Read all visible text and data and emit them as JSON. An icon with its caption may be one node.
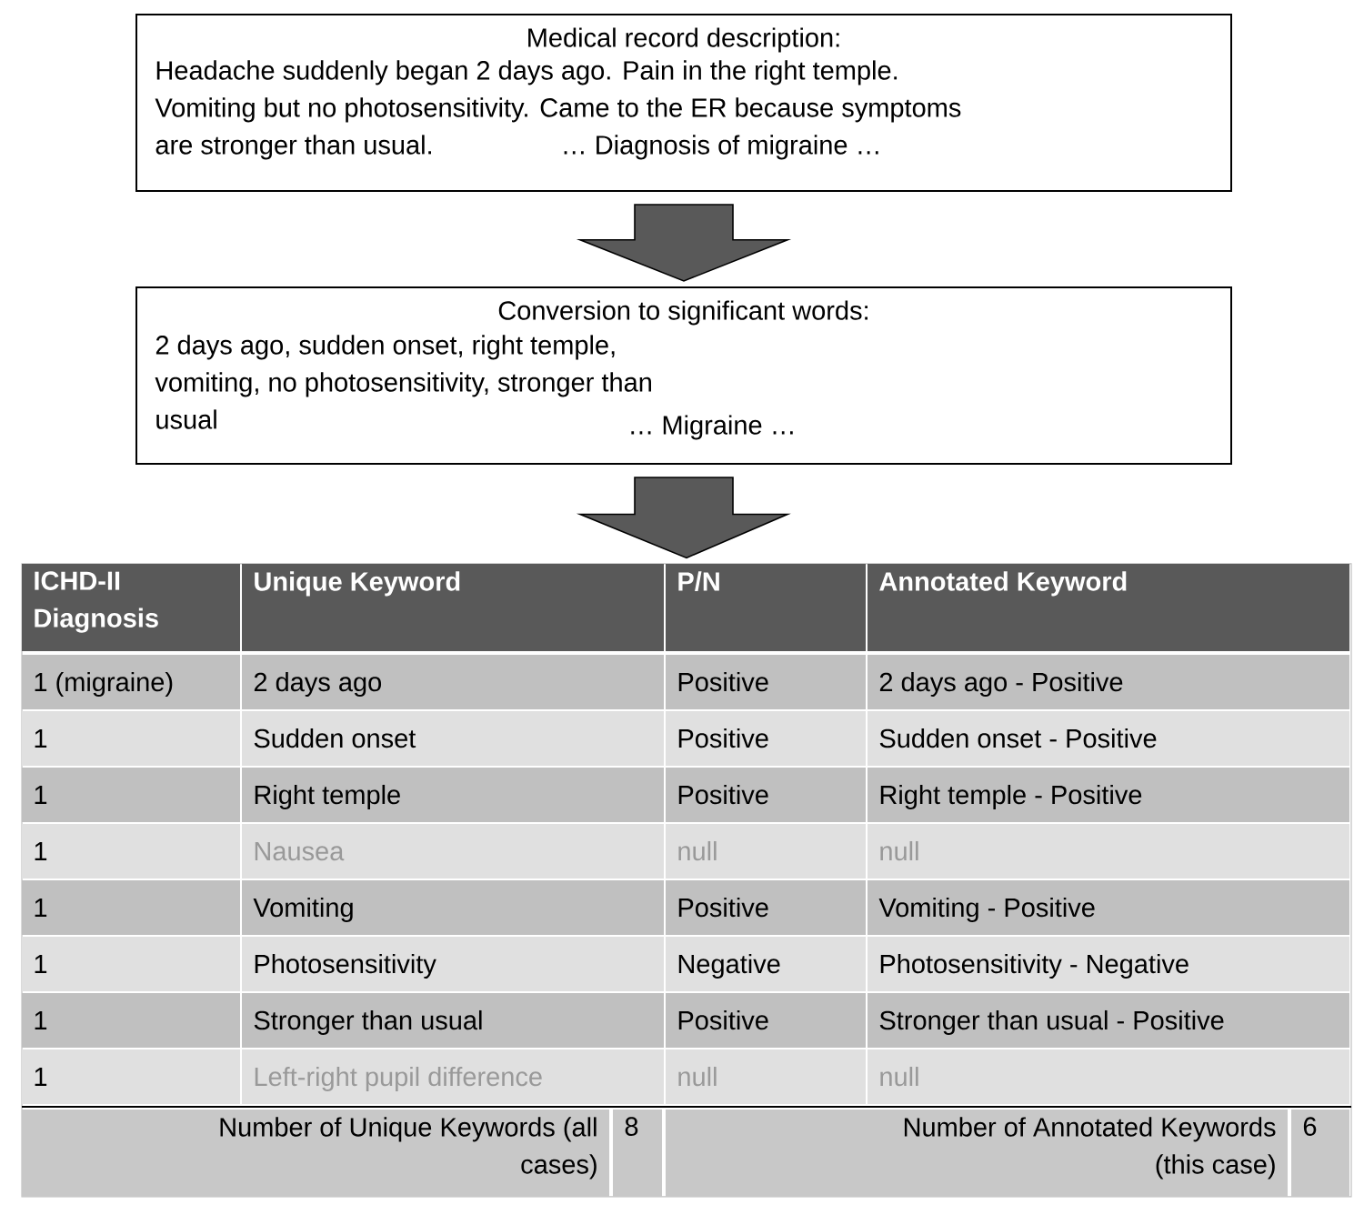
{
  "diagram": {
    "nodes": [
      {
        "text": [
          "Medical record description:",
          "Headache suddenly began 2 days ago. Pain in the right temple. Vomiting but no photosensitivity. Came to the ER because symptoms are stronger than usual.",
          "… Diagnosis of migraine …"
        ]
      },
      {
        "text": [
          "Conversion to significant words:",
          "2 days ago, sudden onset, right temple, vomiting, no photosensitivity, stronger than usual",
          "… Migraine …"
        ]
      },
      {
        "text": [],
        "shape": "box"
      }
    ],
    "edges": [
      {
        "from": 0,
        "to": 1,
        "arrow": "to"
      },
      {
        "from": 1,
        "to": 2,
        "arrow": "to"
      }
    ],
    "labels": [
      "ICHD-II Diagnosis",
      "Unique Keyword",
      "P/N",
      "Annotated Keyword",
      "1 (migraine)",
      "2 days ago",
      "Positive",
      "2 days ago - Positive",
      "1",
      "Sudden onset",
      "Positive",
      "Sudden onset - Positive",
      "1",
      "Right temple",
      "Positive",
      "Right temple - Positive",
      "1",
      "Nausea",
      "null",
      "null",
      "1",
      "Vomiting",
      "Positive",
      "Vomiting - Positive",
      "1",
      "Photosensitivity",
      "Negative",
      "Photosensitivity - Negative",
      "1",
      "Stronger than usual",
      "Positive",
      "Stronger than usual - Positive",
      "1",
      "Left-right pupil difference",
      "null",
      "null",
      "Number of Unique Keywords (all cases)",
      "8",
      "Number of Annotated Keywords (this case)",
      "6"
    ]
  }
}
